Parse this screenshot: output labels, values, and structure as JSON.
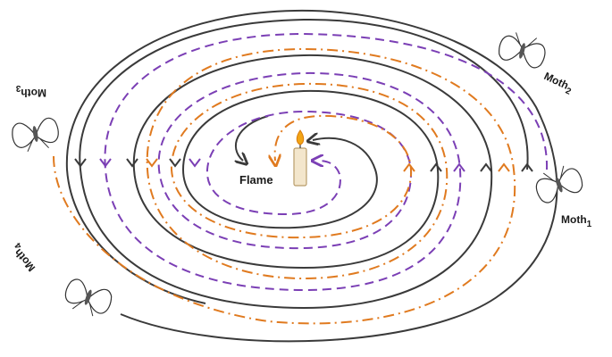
{
  "labels": {
    "flame": "Flame",
    "moth1": {
      "name": "Moth",
      "sub": "1"
    },
    "moth2": {
      "name": "Moth",
      "sub": "2"
    },
    "moth3": {
      "name": "Moth",
      "sub": "3"
    },
    "moth4": {
      "name": "Moth",
      "sub": "4"
    }
  },
  "colors": {
    "solid": "#3a3a3a",
    "dashed": "#7b3fb5",
    "dashdot": "#e07a1f",
    "flame": "#f2a516",
    "candle": "#f3e6cc"
  }
}
